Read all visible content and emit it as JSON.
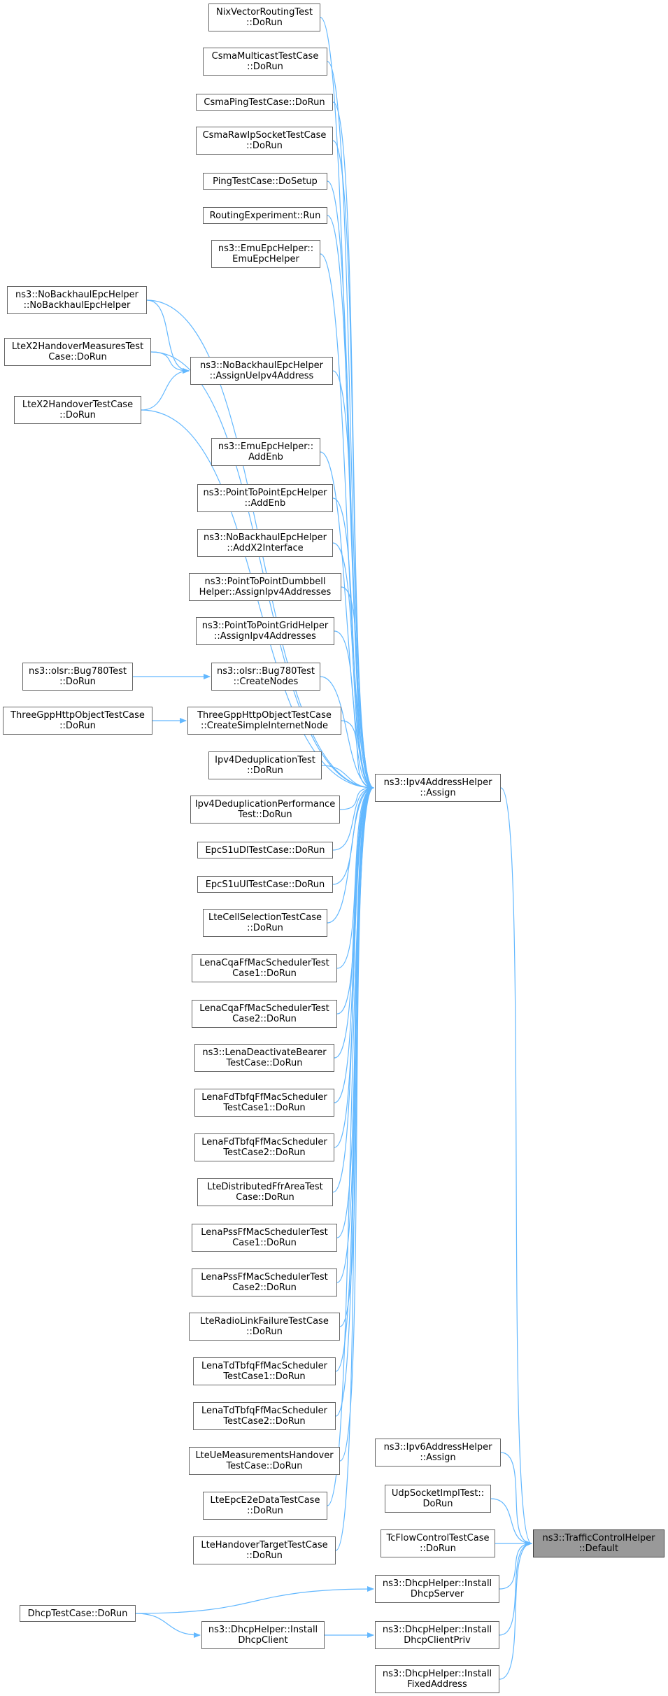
{
  "focus_node": "ns3::TrafficControlHelper::Default",
  "colors": {
    "edge": "#63b8ff",
    "node_border": "#666666",
    "focus_fill": "#999999"
  },
  "nodes": [
    {
      "id": "nixvec",
      "lines": [
        "NixVectorRoutingTest",
        "::DoRun"
      ]
    },
    {
      "id": "csmamulti",
      "lines": [
        "CsmaMulticastTestCase",
        "::DoRun"
      ]
    },
    {
      "id": "csmaping",
      "lines": [
        "CsmaPingTestCase::DoRun"
      ]
    },
    {
      "id": "csmaraw",
      "lines": [
        "CsmaRawIpSocketTestCase",
        "::DoRun"
      ]
    },
    {
      "id": "pingtest",
      "lines": [
        "PingTestCase::DoSetup"
      ]
    },
    {
      "id": "routingexp",
      "lines": [
        "RoutingExperiment::Run"
      ]
    },
    {
      "id": "emuepc",
      "lines": [
        "ns3::EmuEpcHelper::",
        "EmuEpcHelper"
      ]
    },
    {
      "id": "nobackhaul",
      "lines": [
        "ns3::NoBackhaulEpcHelper",
        "::NoBackhaulEpcHelper"
      ]
    },
    {
      "id": "ltex2meas",
      "lines": [
        "LteX2HandoverMeasuresTest",
        "Case::DoRun"
      ]
    },
    {
      "id": "assignue",
      "lines": [
        "ns3::NoBackhaulEpcHelper",
        "::AssignUeIpv4Address"
      ]
    },
    {
      "id": "ltex2ho",
      "lines": [
        "LteX2HandoverTestCase",
        "::DoRun"
      ]
    },
    {
      "id": "emuaddenb",
      "lines": [
        "ns3::EmuEpcHelper::",
        "AddEnb"
      ]
    },
    {
      "id": "p2paddenb",
      "lines": [
        "ns3::PointToPointEpcHelper",
        "::AddEnb"
      ]
    },
    {
      "id": "nbx2",
      "lines": [
        "ns3::NoBackhaulEpcHelper",
        "::AddX2Interface"
      ]
    },
    {
      "id": "p2pdumbbell",
      "lines": [
        "ns3::PointToPointDumbbell",
        "Helper::AssignIpv4Addresses"
      ]
    },
    {
      "id": "p2pgrid",
      "lines": [
        "ns3::PointToPointGridHelper",
        "::AssignIpv4Addresses"
      ]
    },
    {
      "id": "olsrrun",
      "lines": [
        "ns3::olsr::Bug780Test",
        "::DoRun"
      ]
    },
    {
      "id": "olsrcreate",
      "lines": [
        "ns3::olsr::Bug780Test",
        "::CreateNodes"
      ]
    },
    {
      "id": "httprun",
      "lines": [
        "ThreeGppHttpObjectTestCase",
        "::DoRun"
      ]
    },
    {
      "id": "httpcreate",
      "lines": [
        "ThreeGppHttpObjectTestCase",
        "::CreateSimpleInternetNode"
      ]
    },
    {
      "id": "ipv4dedup",
      "lines": [
        "Ipv4DeduplicationTest",
        "::DoRun"
      ]
    },
    {
      "id": "ipv4assign",
      "lines": [
        "ns3::Ipv4AddressHelper",
        "::Assign"
      ]
    },
    {
      "id": "ipv4dedupperf",
      "lines": [
        "Ipv4DeduplicationPerformance",
        "Test::DoRun"
      ]
    },
    {
      "id": "epcdl",
      "lines": [
        "EpcS1uDlTestCase::DoRun"
      ]
    },
    {
      "id": "epcul",
      "lines": [
        "EpcS1uUlTestCase::DoRun"
      ]
    },
    {
      "id": "ltecellsel",
      "lines": [
        "LteCellSelectionTestCase",
        "::DoRun"
      ]
    },
    {
      "id": "lenacqa1",
      "lines": [
        "LenaCqaFfMacSchedulerTest",
        "Case1::DoRun"
      ]
    },
    {
      "id": "lenacqa2",
      "lines": [
        "LenaCqaFfMacSchedulerTest",
        "Case2::DoRun"
      ]
    },
    {
      "id": "lenadeact",
      "lines": [
        "ns3::LenaDeactivateBearer",
        "TestCase::DoRun"
      ]
    },
    {
      "id": "lenafd1",
      "lines": [
        "LenaFdTbfqFfMacScheduler",
        "TestCase1::DoRun"
      ]
    },
    {
      "id": "lenafd2",
      "lines": [
        "LenaFdTbfqFfMacScheduler",
        "TestCase2::DoRun"
      ]
    },
    {
      "id": "ltedistffr",
      "lines": [
        "LteDistributedFfrAreaTest",
        "Case::DoRun"
      ]
    },
    {
      "id": "lenapss1",
      "lines": [
        "LenaPssFfMacSchedulerTest",
        "Case1::DoRun"
      ]
    },
    {
      "id": "lenapss2",
      "lines": [
        "LenaPssFfMacSchedulerTest",
        "Case2::DoRun"
      ]
    },
    {
      "id": "lterlf",
      "lines": [
        "LteRadioLinkFailureTestCase",
        "::DoRun"
      ]
    },
    {
      "id": "lenatd1",
      "lines": [
        "LenaTdTbfqFfMacScheduler",
        "TestCase1::DoRun"
      ]
    },
    {
      "id": "lenatd2",
      "lines": [
        "LenaTdTbfqFfMacScheduler",
        "TestCase2::DoRun"
      ]
    },
    {
      "id": "lteuemeas",
      "lines": [
        "LteUeMeasurementsHandover",
        "TestCase::DoRun"
      ]
    },
    {
      "id": "lteepce2e",
      "lines": [
        "LteEpcE2eDataTestCase",
        "::DoRun"
      ]
    },
    {
      "id": "ltehotarget",
      "lines": [
        "LteHandoverTargetTestCase",
        "::DoRun"
      ]
    },
    {
      "id": "ipv6assign",
      "lines": [
        "ns3::Ipv6AddressHelper",
        "::Assign"
      ]
    },
    {
      "id": "udpsock",
      "lines": [
        "UdpSocketImplTest::",
        "DoRun"
      ]
    },
    {
      "id": "tcflow",
      "lines": [
        "TcFlowControlTestCase",
        "::DoRun"
      ]
    },
    {
      "id": "tcdefault",
      "lines": [
        "ns3::TrafficControlHelper",
        "::Default"
      ]
    },
    {
      "id": "dhcpserver",
      "lines": [
        "ns3::DhcpHelper::Install",
        "DhcpServer"
      ]
    },
    {
      "id": "dhcptest",
      "lines": [
        "DhcpTestCase::DoRun"
      ]
    },
    {
      "id": "dhcpclient",
      "lines": [
        "ns3::DhcpHelper::Install",
        "DhcpClient"
      ]
    },
    {
      "id": "dhcpclientpriv",
      "lines": [
        "ns3::DhcpHelper::Install",
        "DhcpClientPriv"
      ]
    },
    {
      "id": "fixedaddr",
      "lines": [
        "ns3::DhcpHelper::Install",
        "FixedAddress"
      ]
    }
  ],
  "edges": [
    [
      "nixvec",
      "ipv4assign"
    ],
    [
      "csmamulti",
      "ipv4assign"
    ],
    [
      "csmaping",
      "ipv4assign"
    ],
    [
      "csmaraw",
      "ipv4assign"
    ],
    [
      "pingtest",
      "ipv4assign"
    ],
    [
      "routingexp",
      "ipv4assign"
    ],
    [
      "emuepc",
      "ipv4assign"
    ],
    [
      "nobackhaul",
      "ipv4assign"
    ],
    [
      "nobackhaul",
      "assignue"
    ],
    [
      "ltex2meas",
      "ipv4assign"
    ],
    [
      "ltex2meas",
      "assignue"
    ],
    [
      "ltex2ho",
      "ipv4assign"
    ],
    [
      "ltex2ho",
      "assignue"
    ],
    [
      "assignue",
      "ipv4assign"
    ],
    [
      "emuaddenb",
      "ipv4assign"
    ],
    [
      "p2paddenb",
      "ipv4assign"
    ],
    [
      "nbx2",
      "ipv4assign"
    ],
    [
      "p2pdumbbell",
      "ipv4assign"
    ],
    [
      "p2pgrid",
      "ipv4assign"
    ],
    [
      "olsrrun",
      "olsrcreate"
    ],
    [
      "olsrcreate",
      "ipv4assign"
    ],
    [
      "httprun",
      "httpcreate"
    ],
    [
      "httpcreate",
      "ipv4assign"
    ],
    [
      "ipv4dedup",
      "ipv4assign"
    ],
    [
      "ipv4dedupperf",
      "ipv4assign"
    ],
    [
      "epcdl",
      "ipv4assign"
    ],
    [
      "epcul",
      "ipv4assign"
    ],
    [
      "ltecellsel",
      "ipv4assign"
    ],
    [
      "lenacqa1",
      "ipv4assign"
    ],
    [
      "lenacqa2",
      "ipv4assign"
    ],
    [
      "lenadeact",
      "ipv4assign"
    ],
    [
      "lenafd1",
      "ipv4assign"
    ],
    [
      "lenafd2",
      "ipv4assign"
    ],
    [
      "ltedistffr",
      "ipv4assign"
    ],
    [
      "lenapss1",
      "ipv4assign"
    ],
    [
      "lenapss2",
      "ipv4assign"
    ],
    [
      "lterlf",
      "ipv4assign"
    ],
    [
      "lenatd1",
      "ipv4assign"
    ],
    [
      "lenatd2",
      "ipv4assign"
    ],
    [
      "lteuemeas",
      "ipv4assign"
    ],
    [
      "lteepce2e",
      "ipv4assign"
    ],
    [
      "ltehotarget",
      "ipv4assign"
    ],
    [
      "ipv4assign",
      "tcdefault"
    ],
    [
      "ipv6assign",
      "tcdefault"
    ],
    [
      "udpsock",
      "tcdefault"
    ],
    [
      "tcflow",
      "tcdefault"
    ],
    [
      "dhcpserver",
      "tcdefault"
    ],
    [
      "dhcptest",
      "dhcpserver"
    ],
    [
      "dhcptest",
      "dhcpclient"
    ],
    [
      "dhcpclient",
      "dhcpclientpriv"
    ],
    [
      "dhcpclientpriv",
      "tcdefault"
    ],
    [
      "fixedaddr",
      "tcdefault"
    ]
  ]
}
